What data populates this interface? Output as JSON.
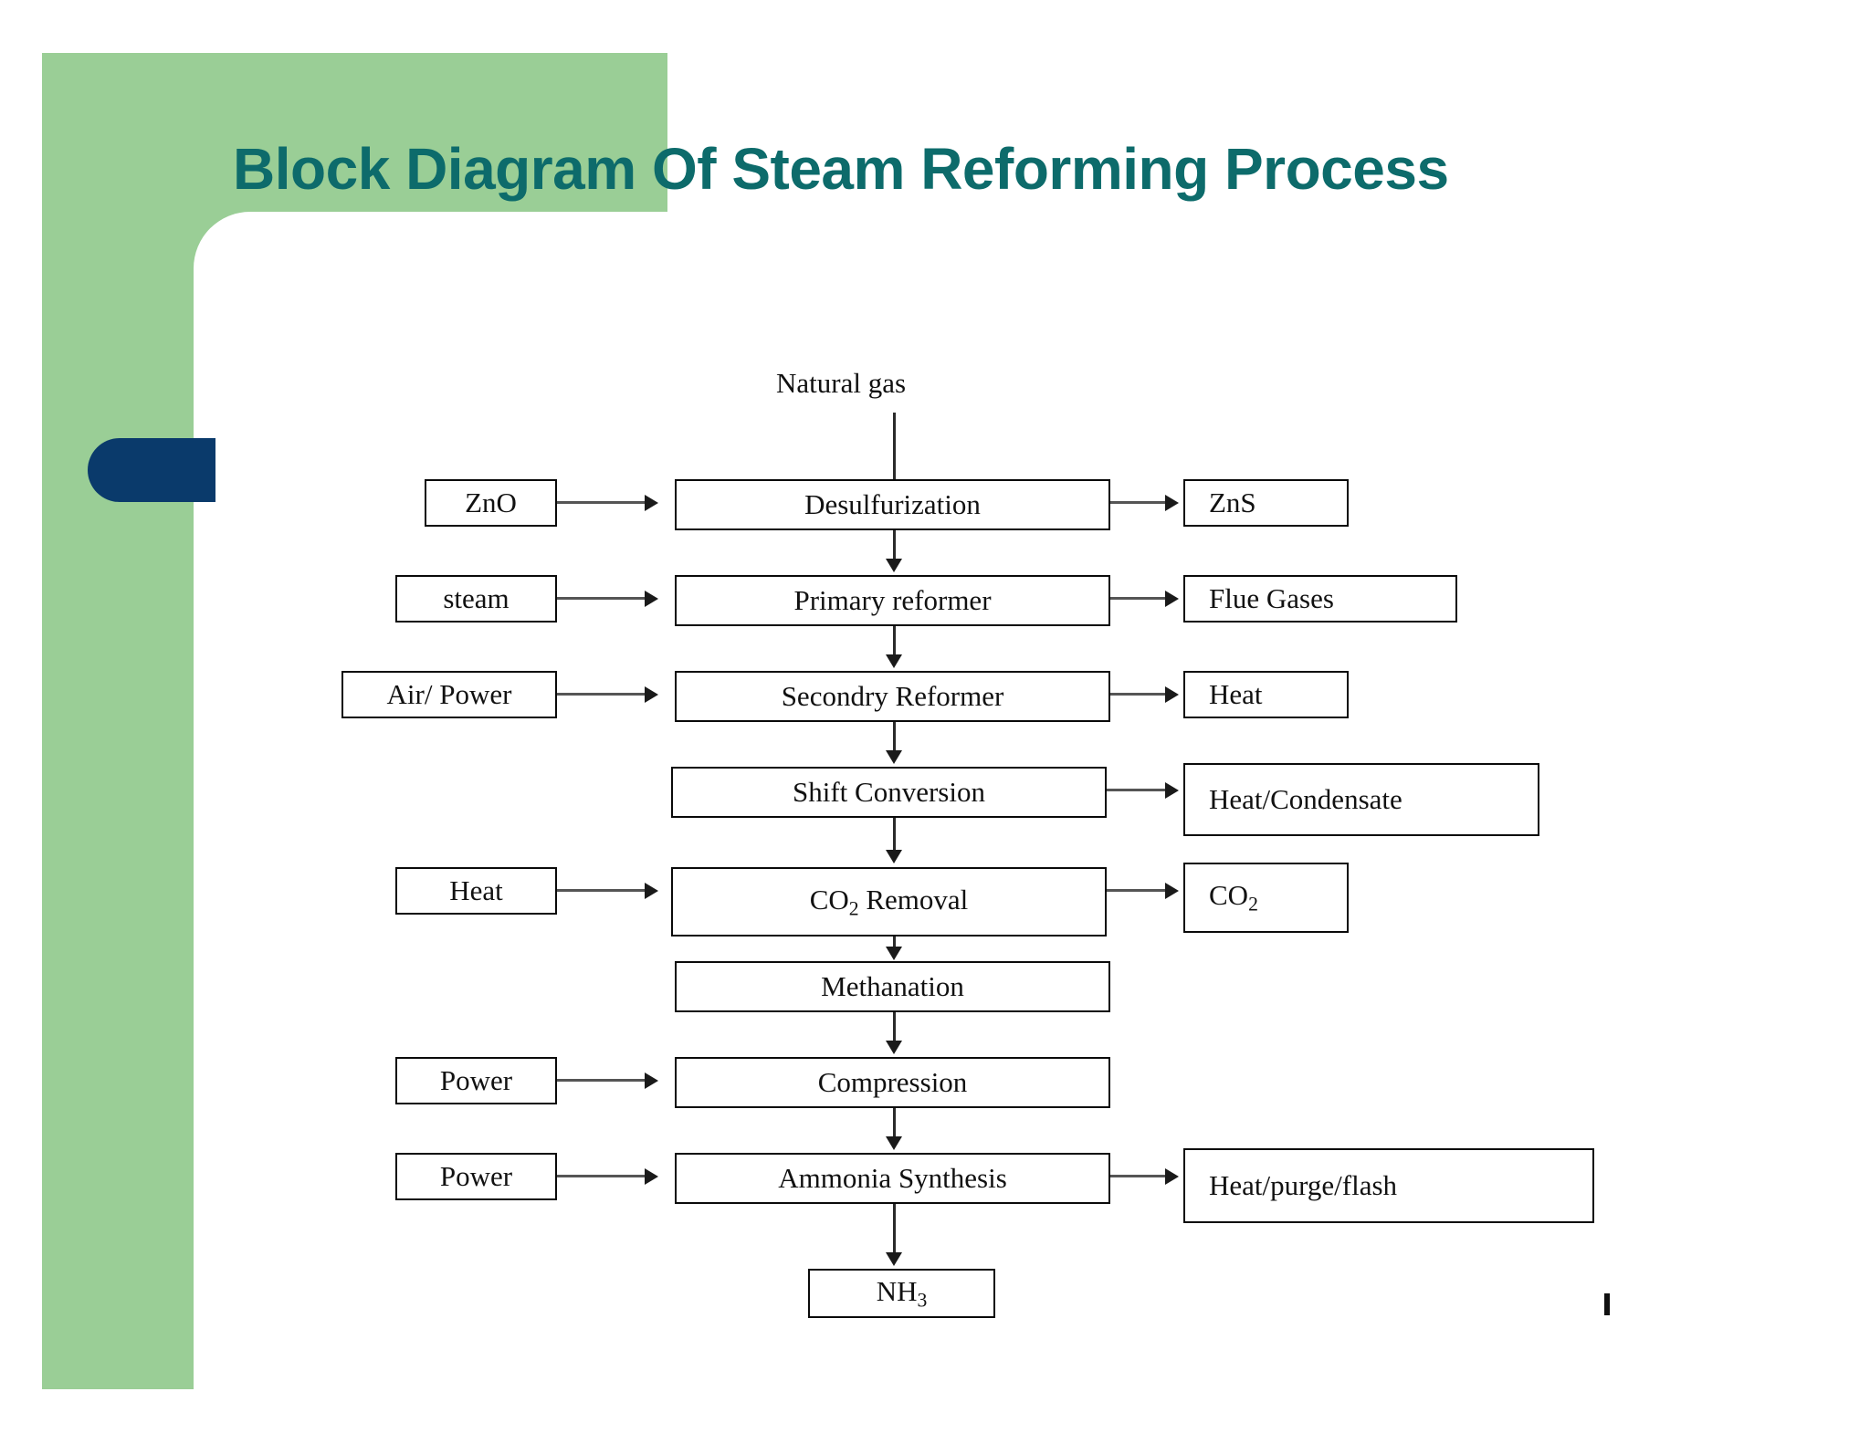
{
  "slide": {
    "title": "Block Diagram Of Steam Reforming Process",
    "colors": {
      "title_teal": "#0D6B6B",
      "deco_green": "#9ACE96",
      "deco_navy": "#0A3A6B",
      "box_border": "#0a0a0a",
      "connector": "#2b2b2b",
      "background": "#FFFFFF"
    }
  },
  "diagram": {
    "type": "process-block-flow",
    "inlet_label": "Natural gas",
    "main_chain": [
      {
        "label": "Desulfurization"
      },
      {
        "label": "Primary reformer"
      },
      {
        "label": "Secondry Reformer"
      },
      {
        "label": "Shift Conversion"
      },
      {
        "label": "CO",
        "sub": "2",
        "label_tail": " Removal"
      },
      {
        "label": "Methanation"
      },
      {
        "label": "Compression"
      },
      {
        "label": "Ammonia Synthesis"
      }
    ],
    "inputs": [
      {
        "label": "ZnO",
        "into": "Desulfurization"
      },
      {
        "label": "steam",
        "into": "Primary reformer"
      },
      {
        "label": "Air/ Power",
        "into": "Secondry Reformer"
      },
      {
        "label": "Heat",
        "into": "CO2 Removal"
      },
      {
        "label": "Power",
        "into": "Compression"
      },
      {
        "label": "Power",
        "into": "Ammonia Synthesis"
      }
    ],
    "outputs": [
      {
        "label": "ZnS",
        "from": "Desulfurization"
      },
      {
        "label": "Flue Gases",
        "from": "Primary reformer"
      },
      {
        "label": "Heat",
        "from": "Secondry Reformer"
      },
      {
        "label": "Heat/Condensate",
        "from": "Shift Conversion"
      },
      {
        "label": "CO",
        "sub": "2",
        "from": "CO2 Removal"
      },
      {
        "label": "Heat/purge/flash",
        "from": "Ammonia Synthesis"
      }
    ],
    "product": {
      "label": "NH",
      "sub": "3"
    }
  }
}
